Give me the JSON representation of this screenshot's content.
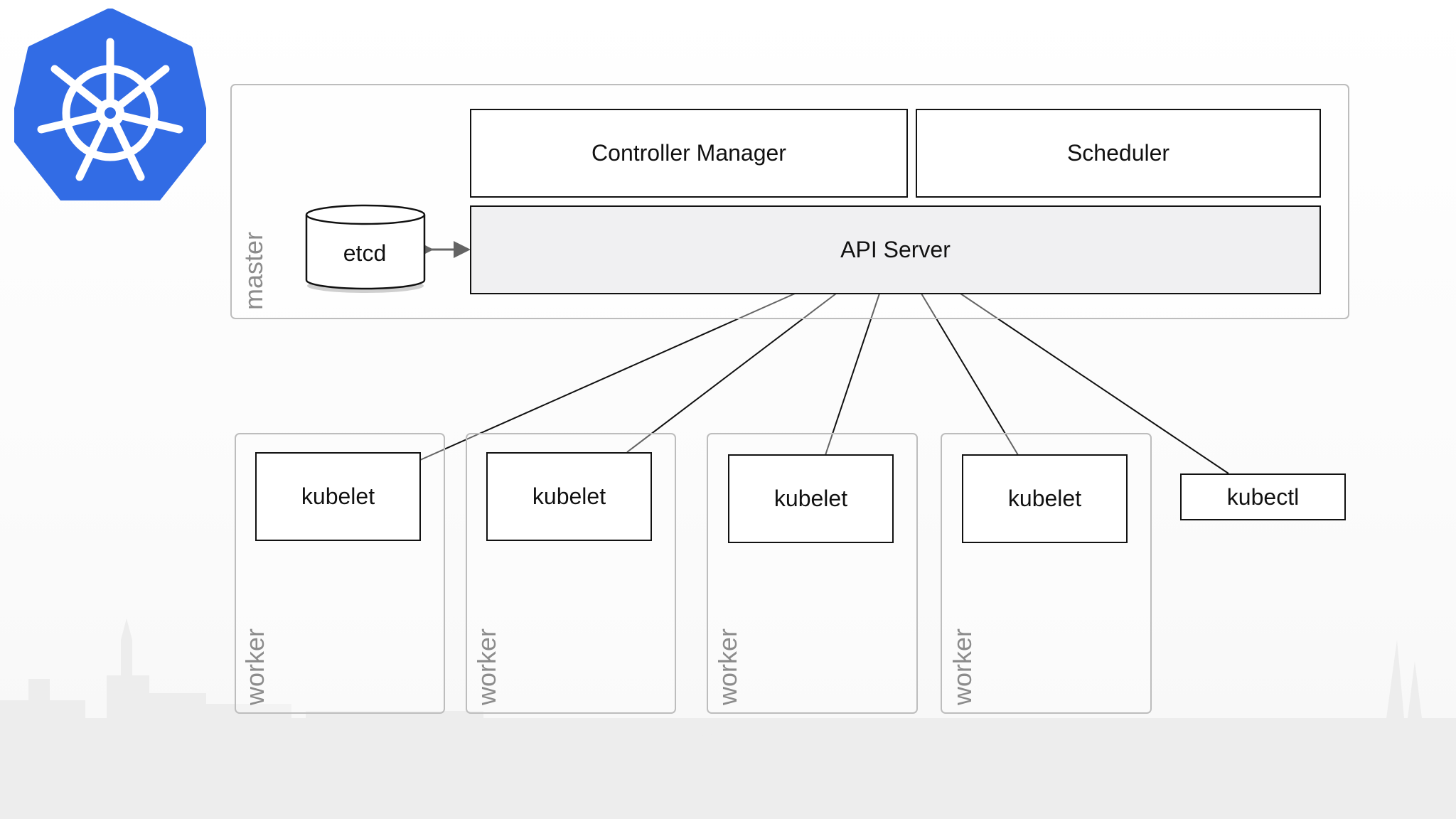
{
  "logo": {
    "name": "kubernetes-logo",
    "color": "#326CE5"
  },
  "master": {
    "label": "master",
    "etcd_label": "etcd",
    "controller_manager_label": "Controller Manager",
    "scheduler_label": "Scheduler",
    "api_server_label": "API Server"
  },
  "workers": [
    {
      "label": "worker",
      "kubelet_label": "kubelet"
    },
    {
      "label": "worker",
      "kubelet_label": "kubelet"
    },
    {
      "label": "worker",
      "kubelet_label": "kubelet"
    },
    {
      "label": "worker",
      "kubelet_label": "kubelet"
    }
  ],
  "kubectl_label": "kubectl",
  "colors": {
    "frame_border": "#bdbdbd",
    "label_gray": "#8c8c8c",
    "api_fill": "#f0f0f2",
    "line": "#111111"
  }
}
